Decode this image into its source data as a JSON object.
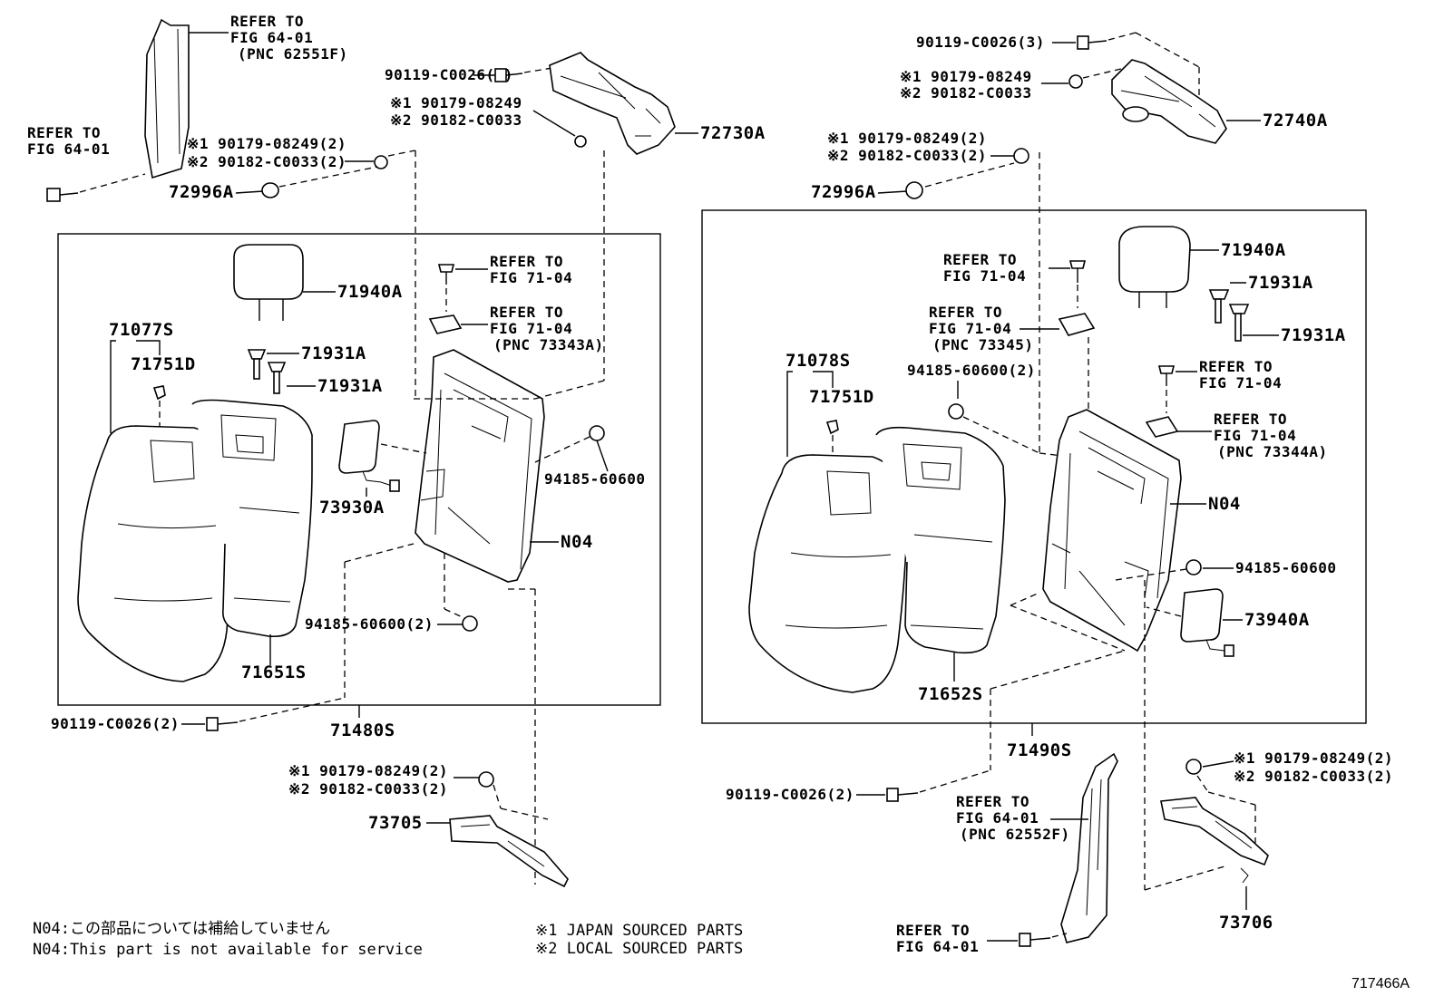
{
  "labels": {
    "refer_to_fig_64_01_pnc_62551f": [
      "REFER TO",
      "FIG 64-01",
      "(PNC 62551F)"
    ],
    "refer_to_fig_64_01_left": [
      "REFER TO",
      "FIG 64-01"
    ],
    "bolt_90119_c0026_3_left": "90119-C0026(3)",
    "nut_note_1_left_top": "※1 90179-08249",
    "nut_note_2_left_top": "※2 90182-C0033",
    "part_72730a": "72730A",
    "nut_note_1_left_mid": "※1 90179-08249(2)",
    "nut_note_2_left_mid": "※2 90182-C0033(2)",
    "part_72996a_left": "72996A",
    "part_71940a_left": "71940A",
    "part_71077s": "71077S",
    "part_71751d_left": "71751D",
    "part_71931a_left_1": "71931A",
    "part_71931a_left_2": "71931A",
    "refer_to_fig_71_04_left_1": [
      "REFER TO",
      "FIG 71-04"
    ],
    "refer_to_fig_71_04_left_2": [
      "REFER TO",
      "FIG 71-04",
      "(PNC 73343A)"
    ],
    "part_73930a": "73930A",
    "part_94185_60600_left": "94185-60600",
    "part_n04_left": "N04",
    "part_94185_60600_2_left": "94185-60600(2)",
    "part_71651s": "71651S",
    "bolt_90119_c0026_2_left": "90119-C0026(2)",
    "part_71480s": "71480S",
    "nut_note_1_left_low": "※1 90179-08249(2)",
    "nut_note_2_left_low": "※2 90182-C0033(2)",
    "part_73705": "73705",
    "bolt_90119_c0026_3_right": "90119-C0026(3)",
    "nut_note_1_right_top": "※1 90179-08249",
    "nut_note_2_right_top": "※2 90182-C0033",
    "part_72740a": "72740A",
    "nut_note_1_right_mid": "※1 90179-08249(2)",
    "nut_note_2_right_mid": "※2 90182-C0033(2)",
    "part_72996a_right": "72996A",
    "part_71940a_right": "71940A",
    "part_71931a_right_1": "71931A",
    "part_71931a_right_2": "71931A",
    "refer_to_fig_71_04_right_1": [
      "REFER TO",
      "FIG 71-04"
    ],
    "refer_to_fig_71_04_right_2": [
      "REFER TO",
      "FIG 71-04",
      "(PNC 73345)"
    ],
    "part_94185_60600_2_right": "94185-60600(2)",
    "part_71078s": "71078S",
    "part_71751d_right": "71751D",
    "refer_to_fig_71_04_right_3": [
      "REFER TO",
      "FIG 71-04"
    ],
    "refer_to_fig_71_04_right_4": [
      "REFER TO",
      "FIG 71-04",
      "(PNC 73344A)"
    ],
    "part_n04_right": "N04",
    "part_94185_60600_right": "94185-60600",
    "part_73940a": "73940A",
    "part_71652s": "71652S",
    "part_71490s": "71490S",
    "bolt_90119_c0026_2_right": "90119-C0026(2)",
    "refer_to_fig_64_01_pnc_62552f": [
      "REFER TO",
      "FIG 64-01",
      "(PNC 62552F)"
    ],
    "nut_note_1_right_low": "※1 90179-08249(2)",
    "nut_note_2_right_low": "※2 90182-C0033(2)",
    "part_73706": "73706",
    "refer_to_fig_64_01_right_bottom": [
      "REFER TO",
      "FIG 64-01"
    ]
  },
  "footnotes": {
    "n04_japanese": "N04:この部品については補給していません",
    "n04_english": "N04:This part is not available for service",
    "note_1": "※1 JAPAN SOURCED PARTS",
    "note_2": "※2 LOCAL SOURCED PARTS"
  },
  "figure_id": "717466A"
}
